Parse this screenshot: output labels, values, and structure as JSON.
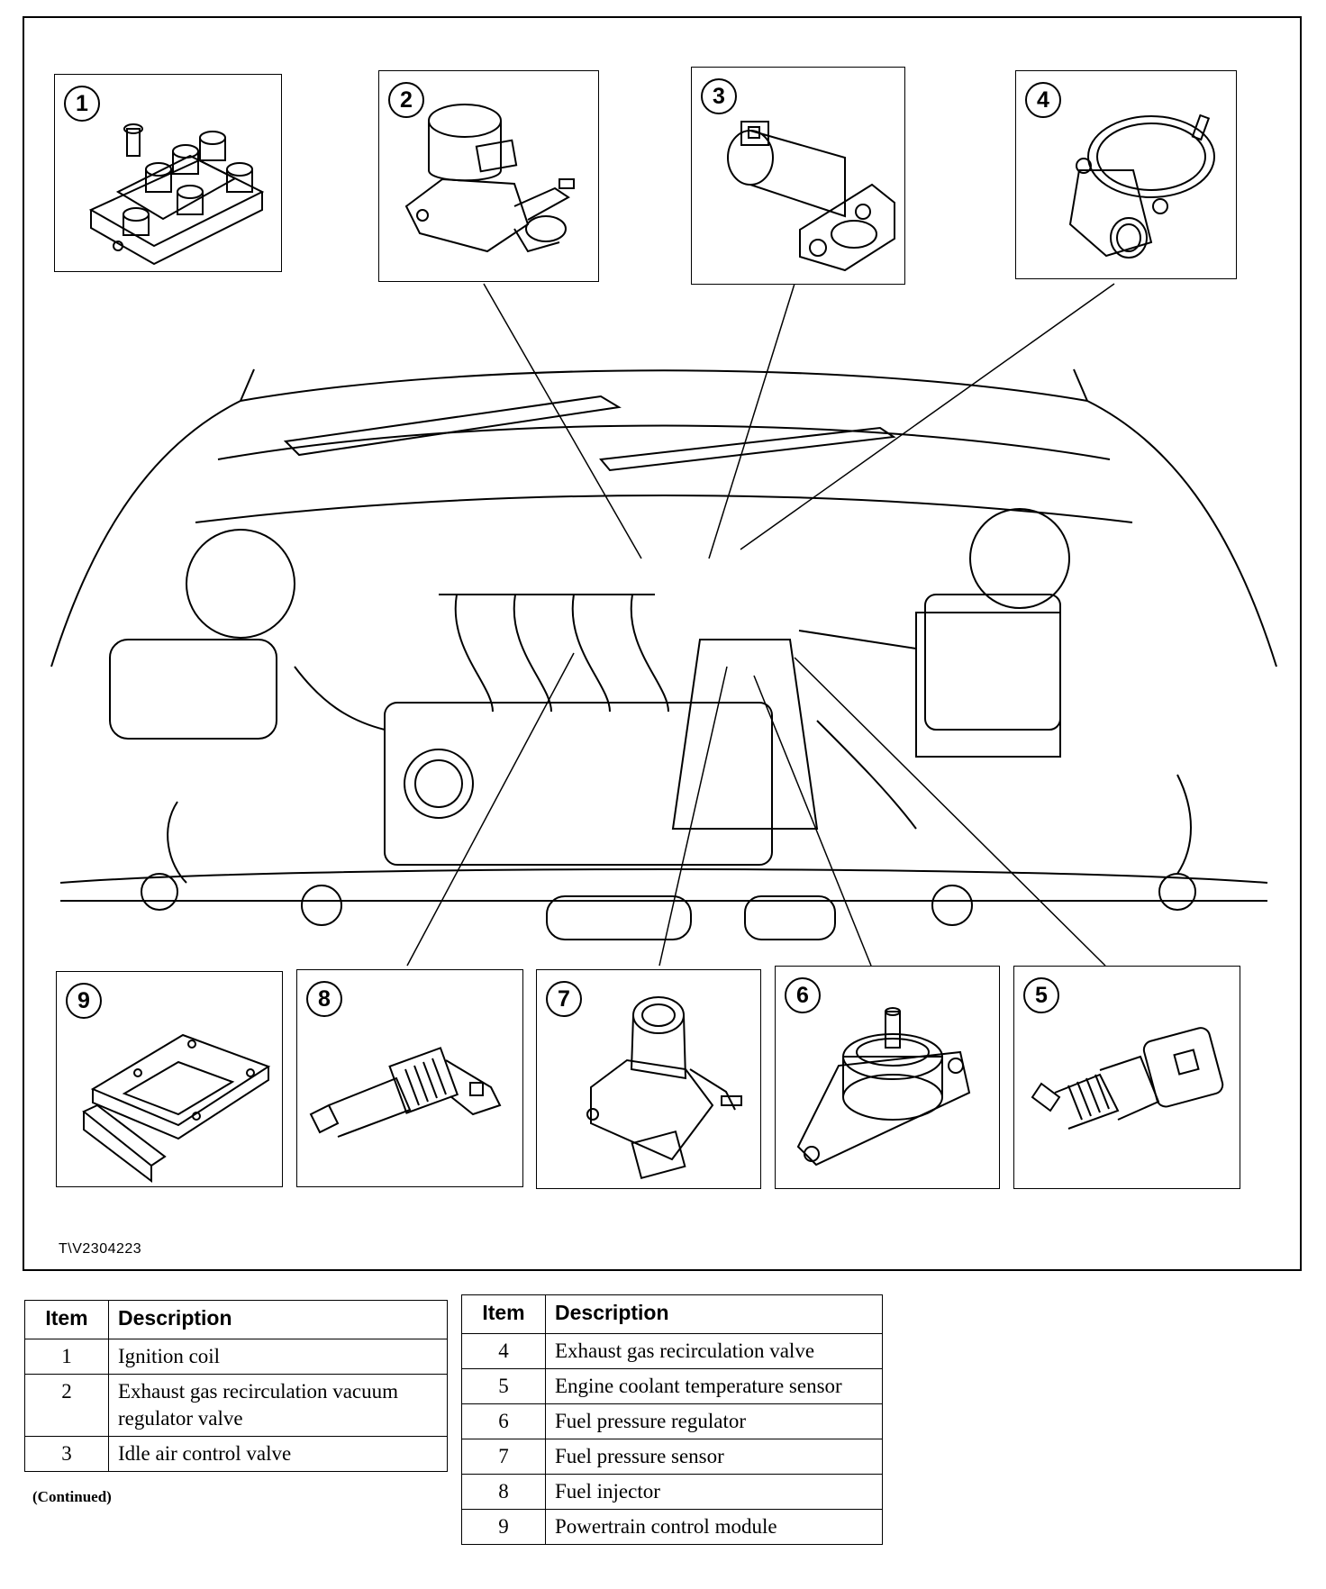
{
  "figure": {
    "reference_code": "T\\V2304223",
    "callouts": [
      {
        "number": "1",
        "icon": "ignition-coil-icon"
      },
      {
        "number": "2",
        "icon": "egr-vacuum-regulator-icon"
      },
      {
        "number": "3",
        "icon": "idle-air-control-valve-icon"
      },
      {
        "number": "4",
        "icon": "egr-valve-icon"
      },
      {
        "number": "5",
        "icon": "coolant-temperature-sensor-icon"
      },
      {
        "number": "6",
        "icon": "fuel-pressure-regulator-icon"
      },
      {
        "number": "7",
        "icon": "fuel-pressure-sensor-icon"
      },
      {
        "number": "8",
        "icon": "fuel-injector-icon"
      },
      {
        "number": "9",
        "icon": "powertrain-control-module-icon"
      }
    ]
  },
  "table_left": {
    "headers": {
      "item": "Item",
      "description": "Description"
    },
    "rows": [
      {
        "item": "1",
        "description": "Ignition coil"
      },
      {
        "item": "2",
        "description": "Exhaust gas recirculation vacuum regulator valve"
      },
      {
        "item": "3",
        "description": "Idle air control valve"
      }
    ],
    "footnote": "(Continued)"
  },
  "table_right": {
    "headers": {
      "item": "Item",
      "description": "Description"
    },
    "rows": [
      {
        "item": "4",
        "description": "Exhaust gas recirculation valve"
      },
      {
        "item": "5",
        "description": "Engine coolant temperature sensor"
      },
      {
        "item": "6",
        "description": "Fuel pressure regulator"
      },
      {
        "item": "7",
        "description": "Fuel pressure sensor"
      },
      {
        "item": "8",
        "description": "Fuel injector"
      },
      {
        "item": "9",
        "description": "Powertrain control module"
      }
    ]
  }
}
